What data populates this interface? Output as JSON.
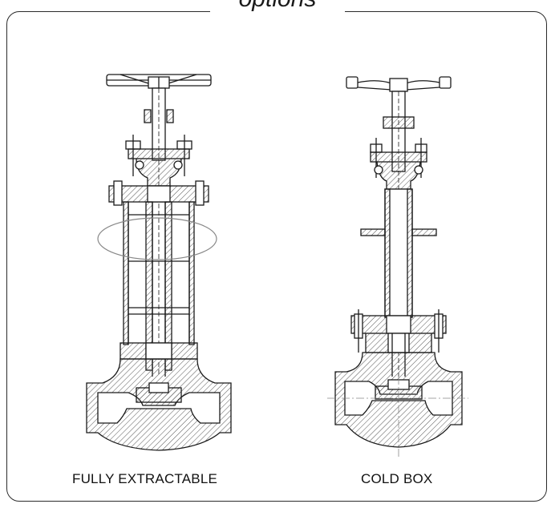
{
  "header": {
    "title": "options"
  },
  "valves": [
    {
      "caption": "FULLY EXTRACTABLE"
    },
    {
      "caption": "COLD BOX"
    }
  ],
  "colors": {
    "line": "#1a1a1a",
    "hatch": "#555555",
    "highlight": "#888888"
  }
}
